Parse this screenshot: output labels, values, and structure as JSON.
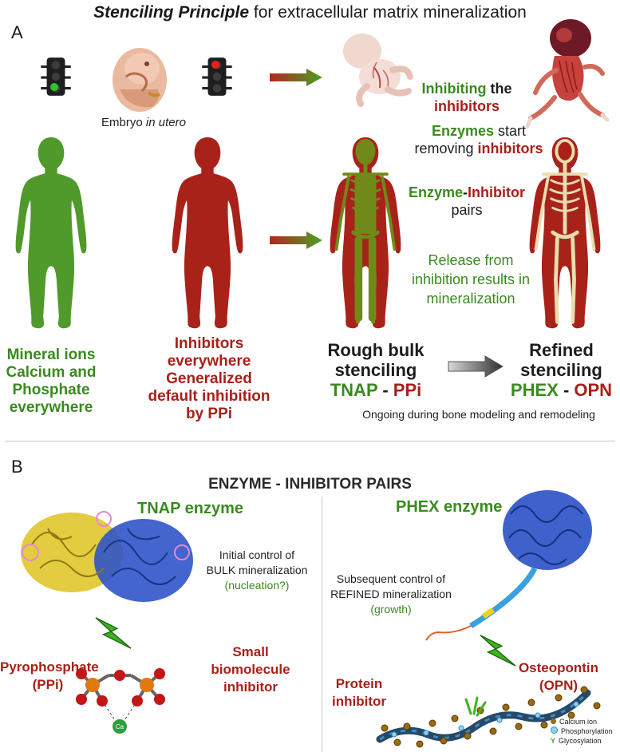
{
  "title": {
    "bold": "Stenciling Principle",
    "rest": " for extracellular matrix mineralization"
  },
  "panel_a": {
    "letter": "A",
    "embryo_caption_pre": "Embryo ",
    "embryo_caption_em": "in utero",
    "step1_a": "Inhibiting",
    "step1_b": " the",
    "step1_c": "inhibitors",
    "step2_a": "Enzymes",
    "step2_b": " start",
    "step2_c": "removing ",
    "step2_d": "inhibitors",
    "step3_a": "Enzyme",
    "step3_b": "-",
    "step3_c": "Inhibitor",
    "step3_d": "pairs",
    "release_lines": [
      "Release from",
      "inhibition results in",
      "mineralization"
    ],
    "col1_lines": [
      "Mineral ions",
      "Calcium and",
      "Phosphate",
      "everywhere"
    ],
    "col2_lines": [
      "Inhibitors",
      "everywhere",
      "Generalized",
      "default inhibition",
      "by PPi"
    ],
    "col3_lines": [
      "Rough bulk",
      "stenciling"
    ],
    "col3_enzyme": "TNAP",
    "col3_sep": " - ",
    "col3_inhib": "PPi",
    "col4_lines": [
      "Refined",
      "stenciling"
    ],
    "col4_enzyme": "PHEX",
    "col4_sep": " - ",
    "col4_inhib": "OPN",
    "ongoing": "Ongoing during bone modeling and remodeling"
  },
  "panel_b": {
    "letter": "B",
    "heading": "ENZYME - INHIBITOR PAIRS",
    "tnap_label": "TNAP enzyme",
    "tnap_note": [
      "Initial control of",
      "BULK mineralization"
    ],
    "tnap_note_green": "(nucleation?)",
    "ppi_lines": [
      "Pyrophosphate",
      "(PPi)"
    ],
    "small_lines": [
      "Small",
      "biomolecule",
      "inhibitor"
    ],
    "ca_label": "Ca",
    "phex_label": "PHEX enzyme",
    "phex_note": [
      "Subsequent control of",
      "REFINED mineralization"
    ],
    "phex_note_green": "(growth)",
    "protein_lines": [
      "Protein",
      "inhibitor"
    ],
    "opn_lines": [
      "Osteopontin",
      "(OPN)"
    ],
    "legend": [
      "Calcium ion",
      "Phosphorylation",
      "Glycosylation"
    ]
  },
  "colors": {
    "green": "#3a8a1f",
    "red": "#a8201a",
    "tnap_yellow": "#e0c72a",
    "enzyme_blue": "#2f54c8",
    "ppi_orange": "#e07a10"
  }
}
